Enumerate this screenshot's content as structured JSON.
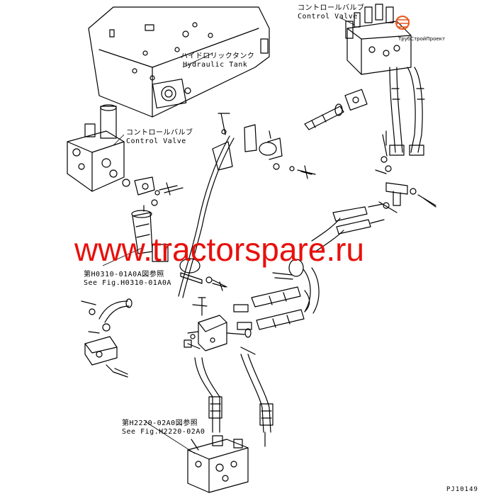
{
  "labels": {
    "hydraulic_tank_jp": "ハイドロリックタンク",
    "hydraulic_tank_en": "Hydraulic Tank",
    "control_valve_top_jp": "コントロールバルブ",
    "control_valve_top_en": "Control Valve",
    "control_valve_left_jp": "コントロールバルブ",
    "control_valve_left_en": "Control Valve",
    "ref1_jp": "第H0310-01A0A図参照",
    "ref1_en": "See Fig.H0310-01A0A",
    "ref2_jp": "第H2220-02A0図参照",
    "ref2_en": "See Fig.H2220-02A0",
    "drawing_number": "PJ10149"
  },
  "watermark": {
    "text": "www.tractorspare.ru",
    "color": "#e8100c"
  },
  "logo": {
    "text": "ТрубСтройПроект",
    "color": "#e8571c"
  }
}
